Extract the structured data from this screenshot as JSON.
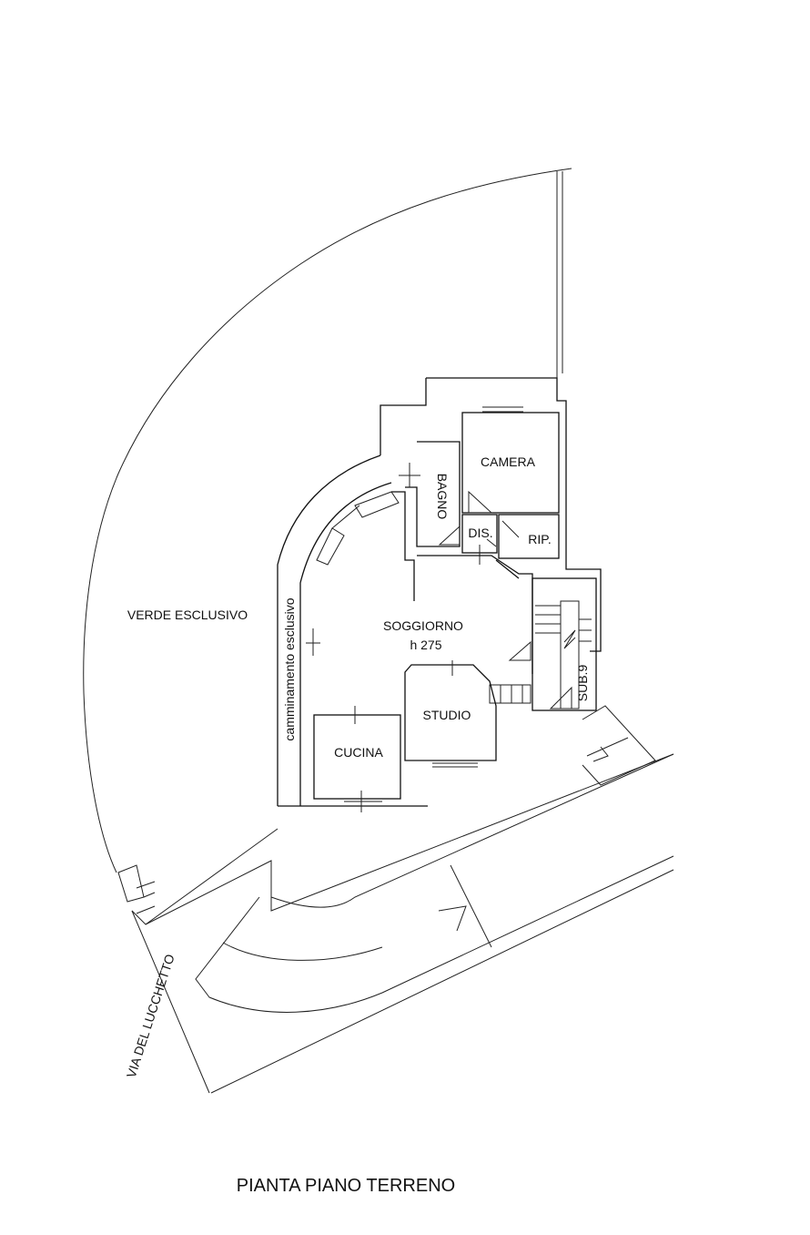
{
  "labels": {
    "camera": "CAMERA",
    "bagno": "BAGNO",
    "dis": "DIS.",
    "rip": "RIP.",
    "soggiorno": "SOGGIORNO",
    "height": "h 275",
    "studio": "STUDIO",
    "cucina": "CUCINA",
    "sub": "SUB.9",
    "verde": "VERDE ESCLUSIVO",
    "camminamento": "camminamento esclusivo",
    "via": "VIA DEL LUCCHETTO",
    "title": "PIANTA PIANO TERRENO"
  }
}
